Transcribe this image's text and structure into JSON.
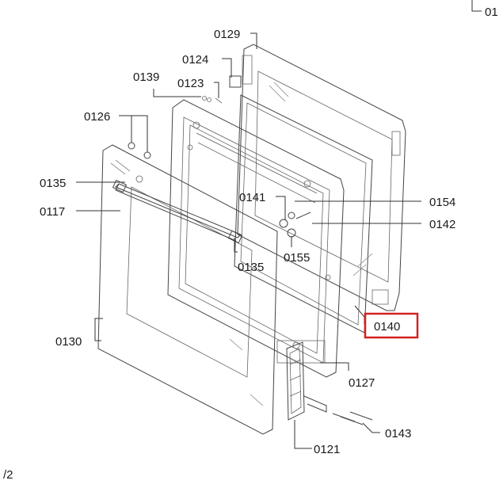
{
  "labels": {
    "p0129": "0129",
    "p0124": "0124",
    "p0139": "0139",
    "p0123": "0123",
    "p0126": "0126",
    "p0135a": "0135",
    "p0117": "0117",
    "p0141": "0141",
    "p0154": "0154",
    "p0142": "0142",
    "p0155": "0155",
    "p0135b": "0135",
    "p0140": "0140",
    "p0130": "0130",
    "p0127": "0127",
    "p0143": "0143",
    "p0121": "0121",
    "corner_top": "01",
    "page_mark": "/2"
  },
  "colors": {
    "highlight": "#d42020",
    "line": "#333333",
    "text": "#1a1a1a"
  },
  "highlighted_part": "0140"
}
